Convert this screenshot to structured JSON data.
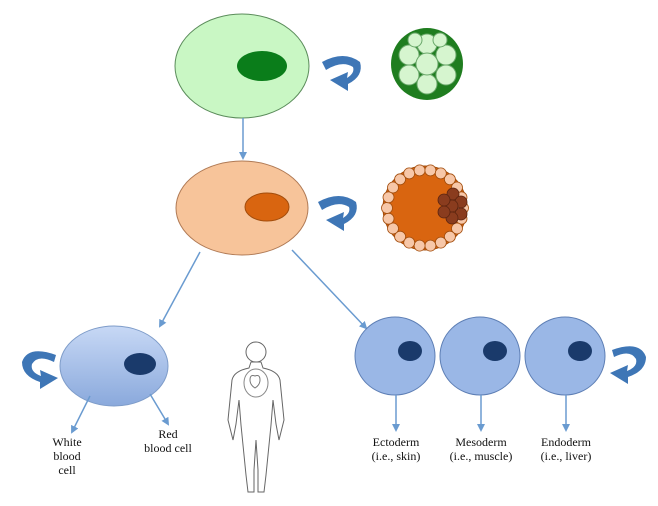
{
  "colors": {
    "zygote_fill": "#c9f7c4",
    "zygote_nucleus": "#0a7d1a",
    "morula_outer": "#1f7d1f",
    "morula_cell": "#d6f5cf",
    "blast_cell_fill": "#f7c49a",
    "blast_nucleus": "#d96510",
    "blastocyst_outer": "#d96510",
    "blastocyst_cell": "#f7c7a8",
    "inner_mass": "#8a3c1e",
    "stem_cell_fill": "#9ab7e6",
    "stem_nucleus": "#1a3a6b",
    "arrow": "#6a9bd0",
    "cycle_arrow": "#3e76b6"
  },
  "labels": {
    "white_blood_cell": [
      "White",
      "blood",
      "cell"
    ],
    "red_blood_cell": [
      "Red",
      "blood cell"
    ],
    "ectoderm": [
      "Ectoderm",
      "(i.e., skin)"
    ],
    "mesoderm": [
      "Mesoderm",
      "(i.e., muscle)"
    ],
    "endoderm": [
      "Endoderm",
      "(i.e., liver)"
    ]
  }
}
